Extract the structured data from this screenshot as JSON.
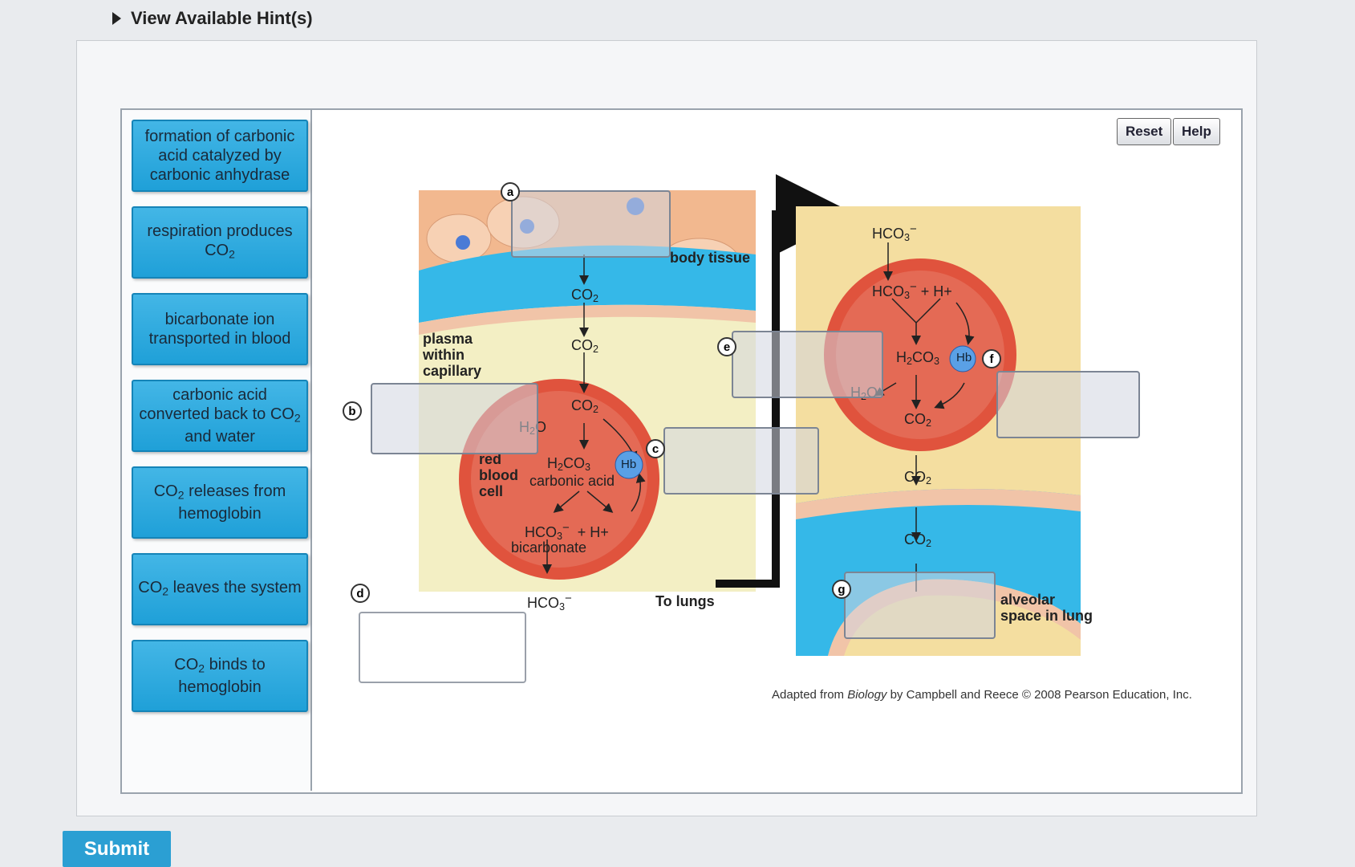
{
  "hint": {
    "label": "View Available Hint(s)"
  },
  "buttons": {
    "reset": "Reset",
    "help": "Help",
    "submit": "Submit"
  },
  "labels": [
    {
      "text": "formation of carbonic acid catalyzed by carbonic anhydrase"
    },
    {
      "pre": "respiration produces ",
      "chem": "CO",
      "sub": "2",
      "post": ""
    },
    {
      "text": "bicarbonate ion transported in blood"
    },
    {
      "pre": "carbonic acid converted back to ",
      "chem": "CO",
      "sub": "2",
      "post": " and water"
    },
    {
      "pre": "",
      "chem": "CO",
      "sub": "2",
      "post": " releases from hemoglobin"
    },
    {
      "pre": "",
      "chem": "CO",
      "sub": "2",
      "post": " leaves the system"
    },
    {
      "pre": "",
      "chem": "CO",
      "sub": "2",
      "post": " binds to hemoglobin"
    }
  ],
  "targets": [
    "a",
    "b",
    "c",
    "d",
    "e",
    "f",
    "g"
  ],
  "diagram": {
    "body_tissue": "body tissue",
    "plasma": "plasma\nwithin\ncapillary",
    "red_blood_cell": "red\nblood\ncell",
    "co2": "CO",
    "two": "2",
    "h2o": "H",
    "o": "O",
    "h2co3": "H",
    "co3": "CO",
    "three": "3",
    "carbonic_acid": "carbonic acid",
    "hco3": "HCO",
    "minus": "−",
    "plus_h": "+  H+",
    "bicarbonate": "bicarbonate",
    "hb": "Hb",
    "to_lungs": "To lungs",
    "alveolar": "alveolar\nspace in lung"
  },
  "credit": {
    "prefix": "Adapted from ",
    "book": "Biology",
    "suffix": " by Campbell and Reece © 2008 Pearson Education, Inc."
  },
  "colors": {
    "label_bg": "#1fa0d8",
    "rbc": "#e0533d",
    "tissue": "#f2b88f",
    "vessel": "#35b8e8",
    "lung_bg": "#f4dea0"
  }
}
